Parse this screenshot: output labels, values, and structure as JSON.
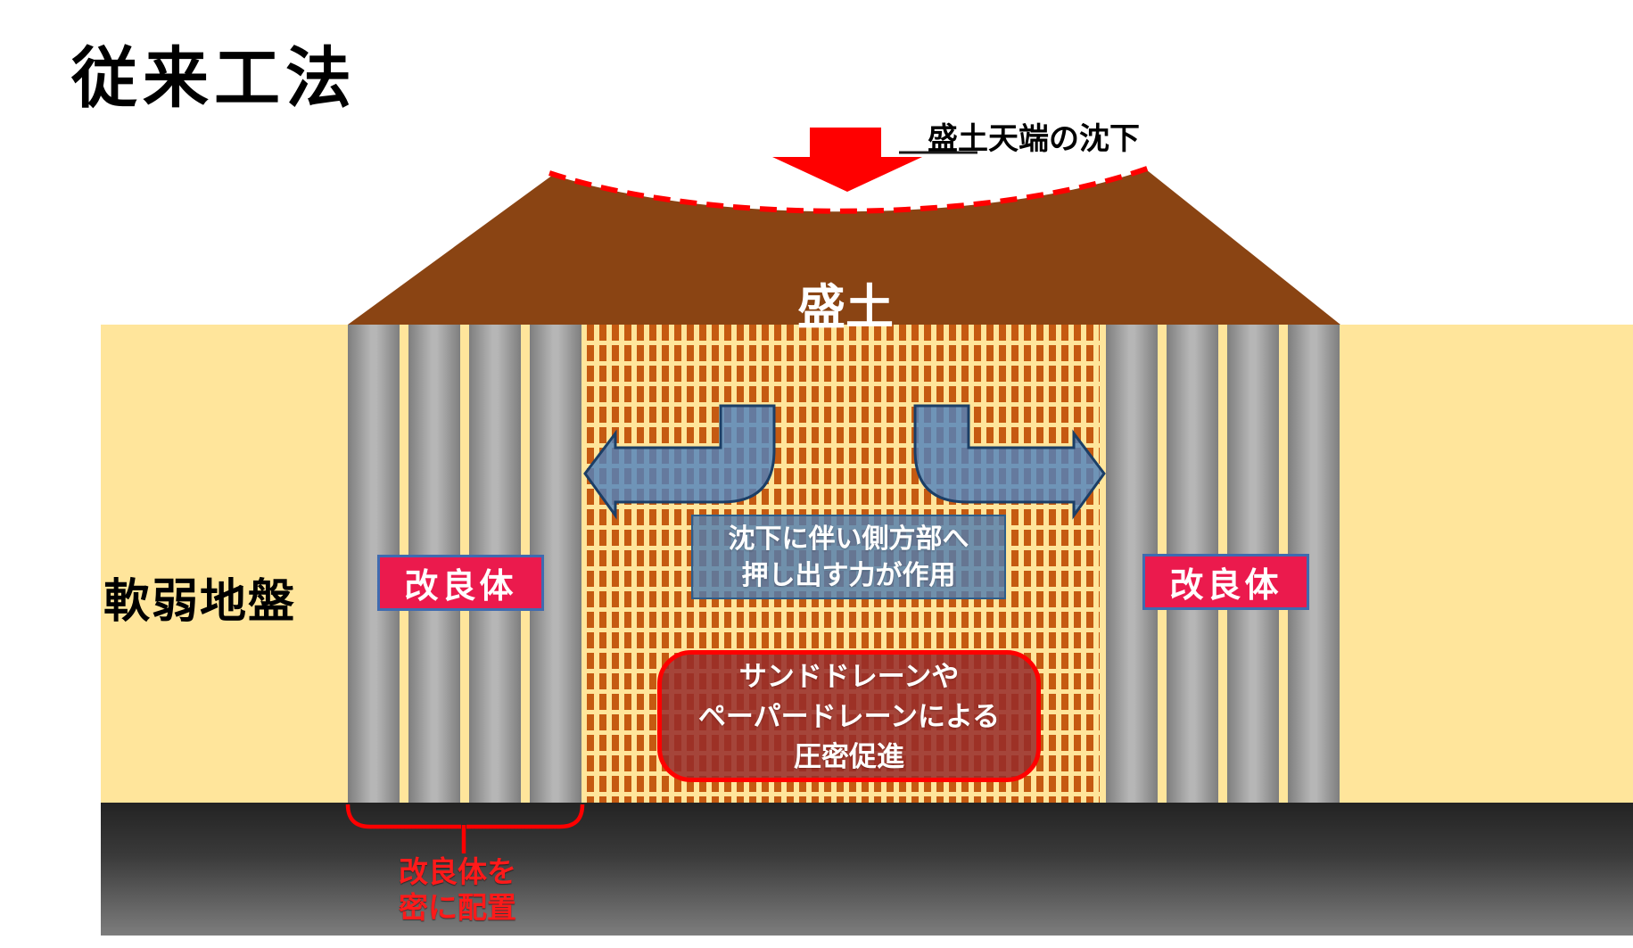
{
  "title": "従来工法",
  "labels": {
    "embankment": "盛土",
    "settlement": "盛土天端の沈下",
    "soft_ground": "軟弱地盤",
    "improved_body": "改良体"
  },
  "notes": {
    "lateral_force": {
      "line1": "沈下に伴い側方部へ",
      "line2": "押し出す力が作用"
    },
    "drain": {
      "line1": "サンドドレーンや",
      "line2": "ペーパードレーンによる",
      "line3": "圧密促進"
    },
    "dense_placement": {
      "line1": "改良体を",
      "line2": "密に配置"
    }
  },
  "colors": {
    "embankment_brown": "#8A4413",
    "soft_ground_yellow": "#FFE59B",
    "drain_hatch_orange": "#C55A11",
    "improved_body_fill": "#EB1A4D",
    "improved_body_border": "#3F6BB0",
    "force_arrow_blue": "#4F81BD",
    "settlement_red": "#FF0000",
    "firm_layer_top": "#232323",
    "firm_layer_bottom": "#7D7D7D"
  }
}
